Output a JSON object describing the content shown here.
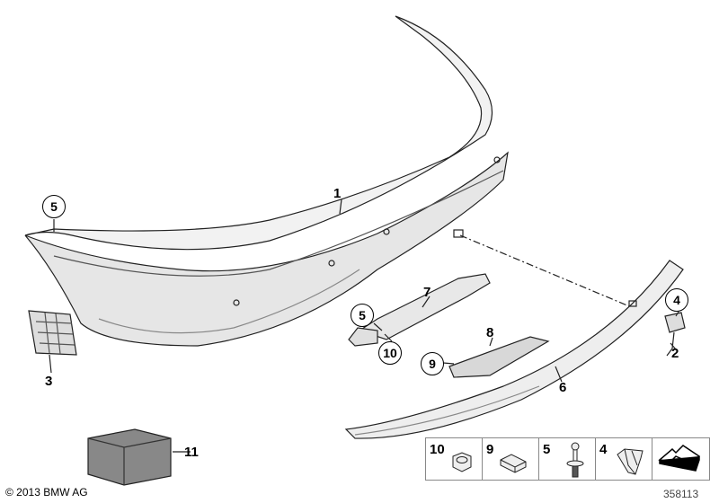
{
  "diagram": {
    "callouts": [
      {
        "id": "c1",
        "label": "1",
        "circled": false
      },
      {
        "id": "c5a",
        "label": "5",
        "circled": true
      },
      {
        "id": "c3",
        "label": "3",
        "circled": false
      },
      {
        "id": "c7",
        "label": "7",
        "circled": false
      },
      {
        "id": "c5b",
        "label": "5",
        "circled": true
      },
      {
        "id": "c10",
        "label": "10",
        "circled": true
      },
      {
        "id": "c8",
        "label": "8",
        "circled": false
      },
      {
        "id": "c9",
        "label": "9",
        "circled": true
      },
      {
        "id": "c6",
        "label": "6",
        "circled": false
      },
      {
        "id": "c4",
        "label": "4",
        "circled": true
      },
      {
        "id": "c2",
        "label": "2",
        "circled": false
      },
      {
        "id": "c11",
        "label": "11",
        "circled": false
      }
    ],
    "legend": [
      {
        "label": "10",
        "icon": "hex-nut-icon"
      },
      {
        "label": "9",
        "icon": "clip-pad-icon"
      },
      {
        "label": "5",
        "icon": "expanding-rivet-icon"
      },
      {
        "label": "4",
        "icon": "spring-clip-icon"
      },
      {
        "label": "",
        "icon": "arrow-icon"
      }
    ],
    "copyright": "© 2013 BMW AG",
    "diagram_number": "358113"
  }
}
